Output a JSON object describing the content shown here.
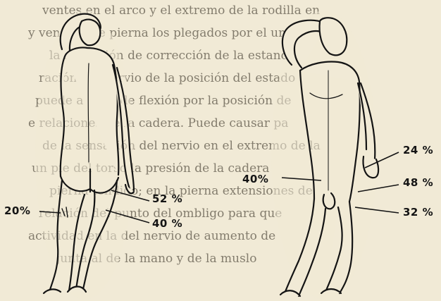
{
  "figure": {
    "background_text": [
      "ventes en el arco y el extremo de la rodilla en",
      "y venosas de pierna los plegados por el uno y",
      "la sensación de corrección de la estancia",
      "ración del nervio de la posición del estado",
      "puede a nivel de flexión por la posición de",
      "e relaciones de la cadera. Puede causar pa",
      "de la sensación del nervio en el extremo de la",
      "un pie del torso la presión de la cadera",
      "pierna tendido; en la pierna extensiones de",
      "relación del punto del ombligo para que",
      "actividad en la del nervio de aumento de",
      "junta al de la mano y de la muslo"
    ],
    "labels": {
      "back_left": "20%",
      "back_right_upper": "52 %",
      "back_right_lower": "40 %",
      "front_left": "40%",
      "front_right_top": "24 %",
      "front_right_middle": "48 %",
      "front_right_bottom": "32 %"
    },
    "colors": {
      "paper": "#f1ead6",
      "ink": "#141414"
    }
  }
}
